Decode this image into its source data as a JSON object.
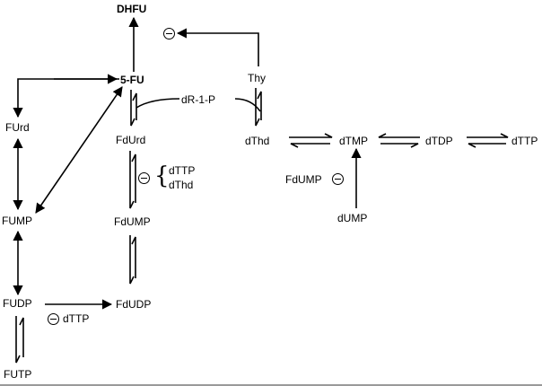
{
  "nodes": {
    "dhfu": "DHFU",
    "fu5": "5-FU",
    "thy": "Thy",
    "dr1p": "dR-1-P",
    "furd": "FUrd",
    "fdurd": "FdUrd",
    "dthd": "dThd",
    "dtmp": "dTMP",
    "dtdp": "dTDP",
    "dttp": "dTTP",
    "fump": "FUMP",
    "fdump": "FdUMP",
    "fudp": "FUDP",
    "fdudp": "FdUDP",
    "futp": "FUTP",
    "dump": "dUMP"
  },
  "inhibitors": {
    "fdurd_fdump": [
      "dTTP",
      "dThd"
    ],
    "tk_fdump_label": "FdUMP",
    "rnr_label": "dTTP"
  },
  "icons": {
    "inhibition": "circle-minus-icon"
  }
}
